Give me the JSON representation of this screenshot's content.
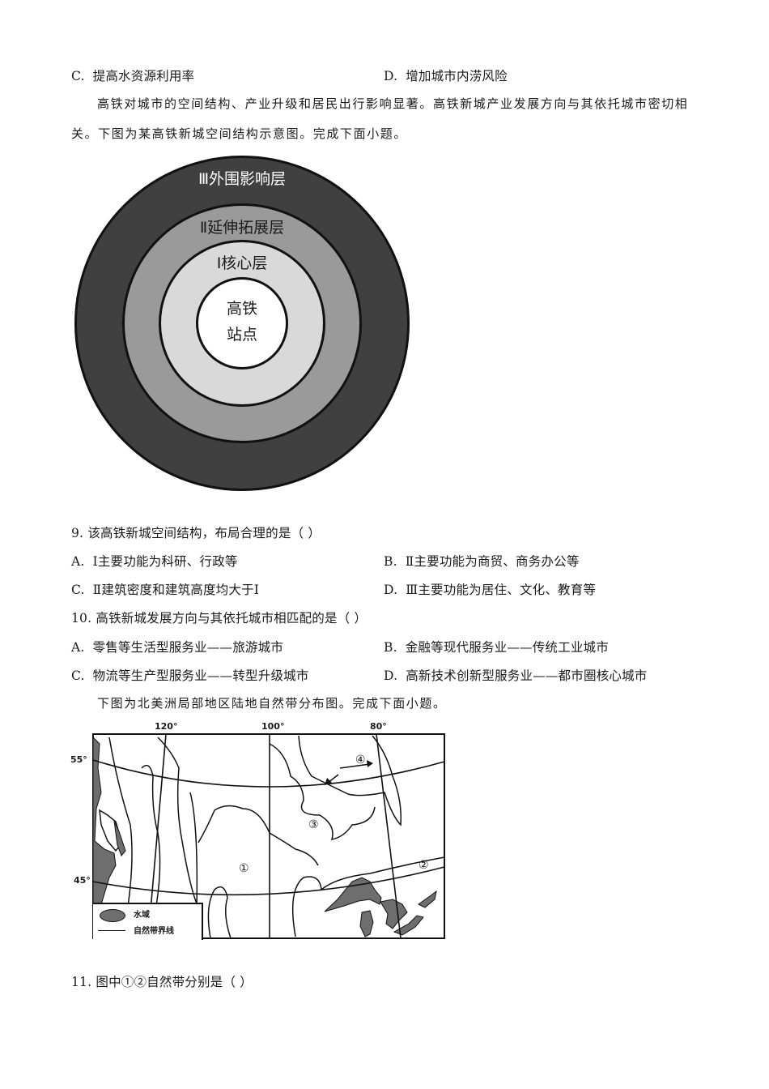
{
  "prev_question_options": {
    "C": {
      "label": "C.",
      "text": "提高水资源利用率"
    },
    "D": {
      "label": "D.",
      "text": "增加城市内涝风险"
    }
  },
  "intro1": {
    "line1": "高铁对城市的空间结构、产业升级和居民出行影响显著。高铁新城产业发展方向与其依托城市密切相",
    "line2": "关。下图为某高铁新城空间结构示意图。完成下面小题。"
  },
  "diagram1": {
    "outer_label": "Ⅲ外围影响层",
    "middle_label": "Ⅱ延伸拓展层",
    "inner_label": "Ⅰ核心层",
    "center_line1": "高铁",
    "center_line2": "站点",
    "colors": {
      "outer": "#404040",
      "middle": "#9a9a9a",
      "inner": "#d9d9d9",
      "center": "#ffffff"
    }
  },
  "q9": {
    "stem": "9.  该高铁新城空间结构，布局合理的是（   ）",
    "options": [
      {
        "label": "A.",
        "text": "Ⅰ主要功能为科研、行政等"
      },
      {
        "label": "B.",
        "text": "Ⅱ主要功能为商贸、商务办公等"
      },
      {
        "label": "C.",
        "text": "Ⅱ建筑密度和建筑高度均大于Ⅰ"
      },
      {
        "label": "D.",
        "text": "Ⅲ主要功能为居住、文化、教育等"
      }
    ]
  },
  "q10": {
    "stem": "10.  高铁新城发展方向与其依托城市相匹配的是（   ）",
    "options": [
      {
        "label": "A.",
        "text": "零售等生活型服务业——旅游城市"
      },
      {
        "label": "B.",
        "text": "金融等现代服务业——传统工业城市"
      },
      {
        "label": "C.",
        "text": "物流等生产型服务业——转型升级城市"
      },
      {
        "label": "D.",
        "text": "高新技术创新型服务业——都市圈核心城市"
      }
    ]
  },
  "intro2": {
    "line1": "下图为北美洲局部地区陆地自然带分布图。完成下面小题。"
  },
  "map": {
    "lon_labels": [
      "120°",
      "100°",
      "80°"
    ],
    "lat_labels": [
      "55°",
      "45°"
    ],
    "zone_labels": [
      "①",
      "②",
      "③",
      "④"
    ],
    "legend": {
      "water": "水域",
      "boundary": "自然带界线"
    },
    "colors": {
      "water": "#6e6e6e",
      "line": "#111111"
    }
  },
  "q11": {
    "stem": "11.  图中①②自然带分别是（   ）"
  }
}
